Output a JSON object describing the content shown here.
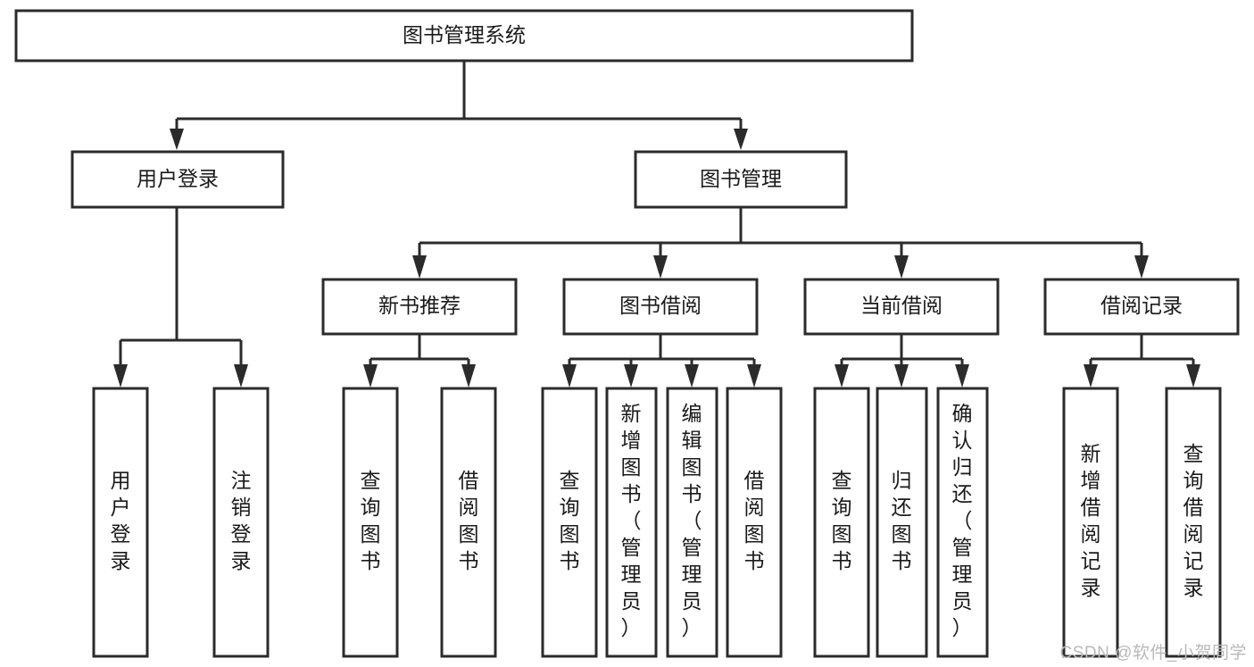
{
  "diagram": {
    "title": "图书管理系统",
    "type": "tree",
    "orientation": "top-down",
    "theme": {
      "background": "#ffffff",
      "box_fill": "#ffffff",
      "box_stroke": "#2b2b2b",
      "connector": "#2b2b2b",
      "label": "#1a1a1a",
      "watermark": "#b9b9b9"
    },
    "levels": {
      "root": {
        "label": "图书管理系统"
      },
      "level2": [
        {
          "label": "用户登录"
        },
        {
          "label": "图书管理"
        }
      ],
      "level3": [
        {
          "label": "新书推荐"
        },
        {
          "label": "图书借阅"
        },
        {
          "label": "当前借阅"
        },
        {
          "label": "借阅记录"
        }
      ],
      "leaves": [
        {
          "label": "用户登录",
          "parent": "用户登录"
        },
        {
          "label": "注销登录",
          "parent": "用户登录"
        },
        {
          "label": "查询图书",
          "parent": "新书推荐"
        },
        {
          "label": "借阅图书",
          "parent": "新书推荐"
        },
        {
          "label": "查询图书",
          "parent": "图书借阅"
        },
        {
          "label": "新增图书（管理员）",
          "parent": "图书借阅"
        },
        {
          "label": "编辑图书（管理员）",
          "parent": "图书借阅"
        },
        {
          "label": "借阅图书",
          "parent": "图书借阅"
        },
        {
          "label": "查询图书",
          "parent": "当前借阅"
        },
        {
          "label": "归还图书",
          "parent": "当前借阅"
        },
        {
          "label": "确认归还（管理员）",
          "parent": "当前借阅"
        },
        {
          "label": "新增借阅记录",
          "parent": "借阅记录"
        },
        {
          "label": "查询借阅记录",
          "parent": "借阅记录"
        }
      ]
    },
    "watermark": "CSDN @软件_小贺同学"
  }
}
